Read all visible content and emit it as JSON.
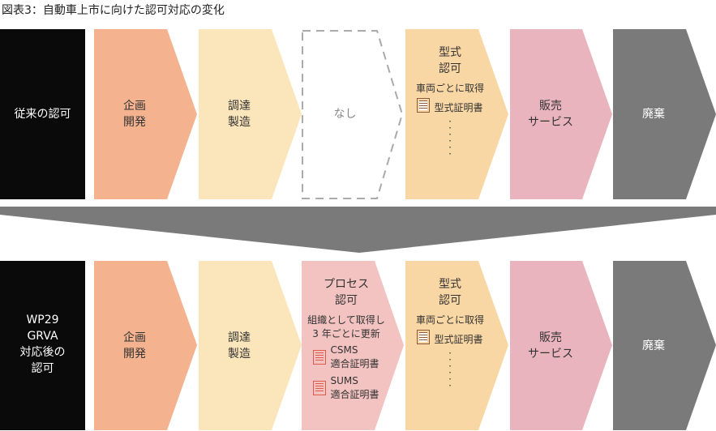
{
  "title": "図表3：自動車上市に向けた認可対応の変化",
  "colors": {
    "black": "#0a0a0a",
    "plan": "#f4b28f",
    "mfg": "#fbe6bb",
    "type": "#f9d7a4",
    "sales": "#eab4bf",
    "dispose": "#7a7a7a",
    "process": "#f2c3c1"
  },
  "top": {
    "row_label": "従来の認可",
    "plan": [
      "企画",
      "開発"
    ],
    "mfg": [
      "調達",
      "製造"
    ],
    "none": "なし",
    "type": {
      "title": [
        "型式",
        "認可"
      ],
      "note": "車両ごとに取得",
      "doc": "型式証明書"
    },
    "sales": [
      "販売",
      "サービス"
    ],
    "dispose": "廃棄"
  },
  "bottom": {
    "row_label": [
      "WP29",
      "GRVA",
      "対応後の",
      "認可"
    ],
    "plan": [
      "企画",
      "開発"
    ],
    "mfg": [
      "調達",
      "製造"
    ],
    "process": {
      "title": [
        "プロセス",
        "認可"
      ],
      "note": [
        "組織として取得し",
        "3 年ごとに更新"
      ],
      "docs": [
        [
          "CSMS",
          "適合証明書"
        ],
        [
          "SUMS",
          "適合証明書"
        ]
      ]
    },
    "type": {
      "title": [
        "型式",
        "認可"
      ],
      "note": "車両ごとに取得",
      "doc": "型式証明書"
    },
    "sales": [
      "販売",
      "サービス"
    ],
    "dispose": "廃棄"
  }
}
